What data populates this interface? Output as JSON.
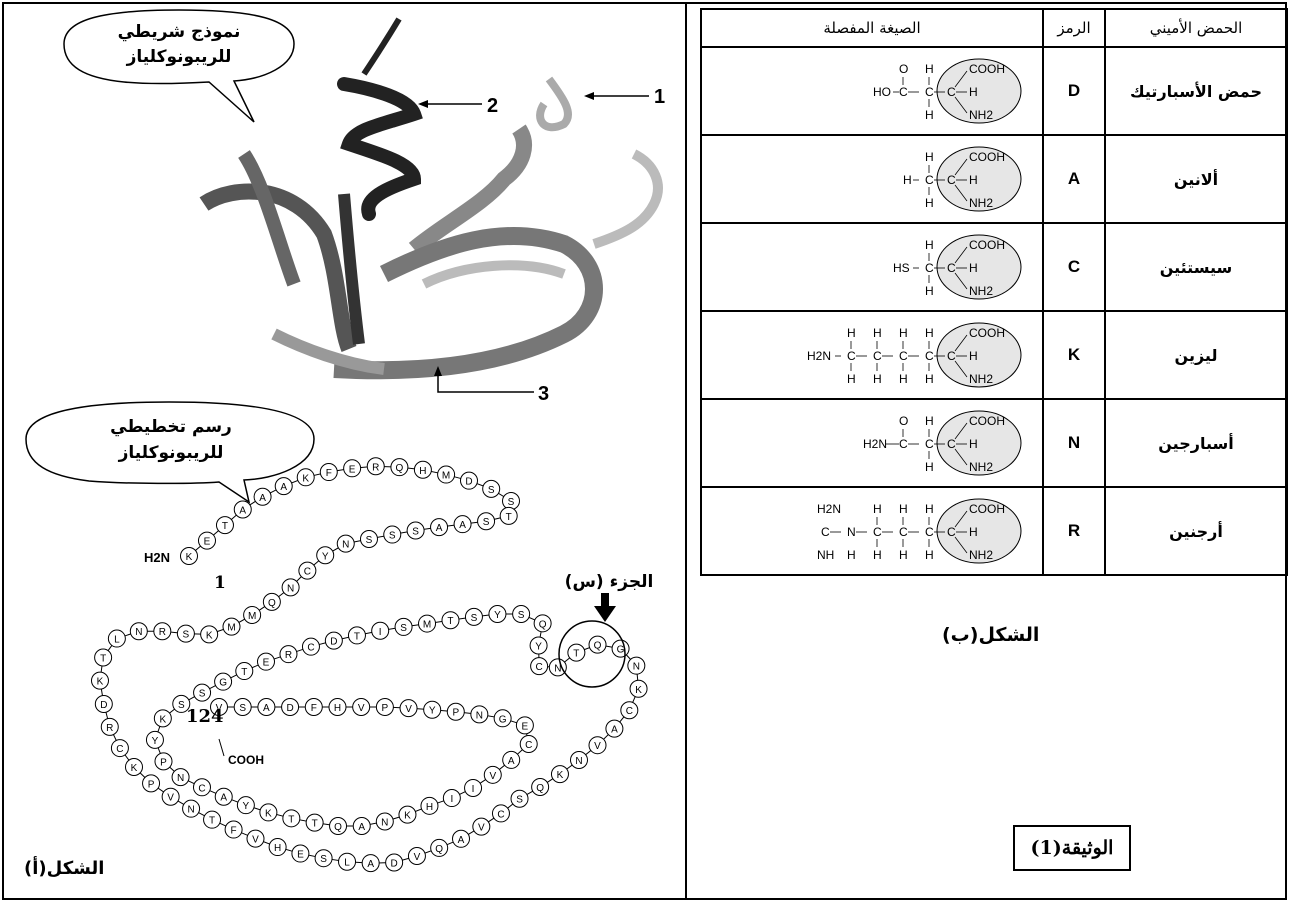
{
  "left_panel": {
    "bubble1": {
      "line1": "نموذج شريطي",
      "line2": "للريبونوكلياز"
    },
    "bubble2": {
      "line1": "رسم تخطيطي",
      "line2": "للريبونوكلياز"
    },
    "arrow_labels": [
      "1",
      "2",
      "3"
    ],
    "chain_start": "H2N",
    "chain_end": "COOH",
    "residue_first_number": "1",
    "residue_last_number": "124",
    "part_label": "الجزء (س)",
    "caption": "الشكل(أ)",
    "sequence": [
      "K",
      "E",
      "T",
      "A",
      "A",
      "A",
      "K",
      "F",
      "E",
      "R",
      "Q",
      "H",
      "M",
      "D",
      "S",
      "S",
      "T",
      "S",
      "A",
      "A",
      "S",
      "S",
      "S",
      "N",
      "Y",
      "C",
      "N",
      "Q",
      "M",
      "M",
      "K",
      "S",
      "R",
      "N",
      "L",
      "T",
      "K",
      "D",
      "R",
      "C",
      "K",
      "P",
      "V",
      "N",
      "T",
      "F",
      "V",
      "H",
      "E",
      "S",
      "L",
      "A",
      "D",
      "V",
      "Q",
      "A",
      "V",
      "C",
      "S",
      "Q",
      "K",
      "N",
      "V",
      "A",
      "C",
      "K",
      "N",
      "G",
      "Q",
      "T",
      "N",
      "C",
      "Y",
      "Q",
      "S",
      "Y",
      "S",
      "T",
      "M",
      "S",
      "I",
      "T",
      "D",
      "C",
      "R",
      "E",
      "T",
      "G",
      "S",
      "S",
      "K",
      "Y",
      "P",
      "N",
      "C",
      "A",
      "Y",
      "K",
      "T",
      "T",
      "Q",
      "A",
      "N",
      "K",
      "H",
      "I",
      "I",
      "V",
      "A",
      "C",
      "E",
      "G",
      "N",
      "P",
      "Y",
      "V",
      "P",
      "V",
      "H",
      "F",
      "D",
      "A",
      "S",
      "V"
    ]
  },
  "table": {
    "headers": {
      "amino_acid": "الحمض الأميني",
      "symbol": "الرمز",
      "formula": "الصيغة المفصلة"
    },
    "rows": [
      {
        "name": "حمض الأسبارتيك",
        "symbol": "D",
        "r_group": "HO–C(=O)–CH2–"
      },
      {
        "name": "ألانين",
        "symbol": "A",
        "r_group": "H–CH2–"
      },
      {
        "name": "سيستئين",
        "symbol": "C",
        "r_group": "HS–CH2–"
      },
      {
        "name": "ليزين",
        "symbol": "K",
        "r_group": "H2N–(CH2)4–"
      },
      {
        "name": "أسبارجين",
        "symbol": "N",
        "r_group": "H2N–C(=O)–CH2–"
      },
      {
        "name": "أرجنين",
        "symbol": "R",
        "r_group": "H2N–C(=NH)–NH–(CH2)3–"
      }
    ],
    "common": {
      "cooh": "COOH",
      "h": "H",
      "nh2": "NH2"
    }
  },
  "caption_b": "الشكل(ب)",
  "document_label": "الوثيقة(1)"
}
